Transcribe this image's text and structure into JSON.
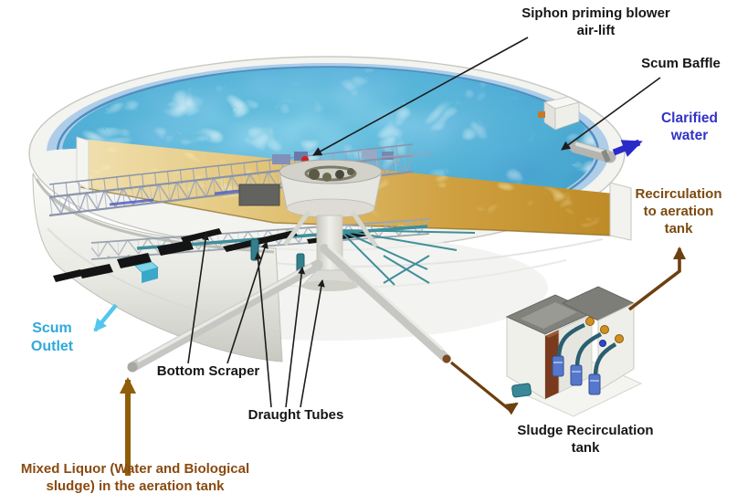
{
  "labels": {
    "siphon": {
      "text": "Siphon priming blower\nair-lift",
      "color": "#161616"
    },
    "scum_baffle": {
      "text": "Scum Baffle",
      "color": "#161616"
    },
    "clarified": {
      "text": "Clarified\nwater",
      "color": "#3232c8"
    },
    "recirculation": {
      "text": "Recirculation\nto aeration\ntank",
      "color": "#7c4a10"
    },
    "scum_outlet": {
      "text": "Scum\nOutlet",
      "color": "#2fa9dc"
    },
    "bottom_scraper": {
      "text": "Bottom Scraper",
      "color": "#161616"
    },
    "draught_tubes": {
      "text": "Draught Tubes",
      "color": "#161616"
    },
    "mixed_liquor": {
      "text": "Mixed Liquor (Water and Biological\nsludge) in the aeration tank",
      "color": "#8a4a10"
    },
    "sludge_tank": {
      "text": "Sludge Recirculation\ntank",
      "color": "#161616"
    }
  },
  "palette": {
    "water_blue": "#4aa6d2",
    "water_highlight": "#e9f9ff",
    "sludge_gold": "#c08c2a",
    "cut_tan": "#ecd9a2",
    "tank_wall_white": "#f2f2ee",
    "scum_baffle_blue": "#aecde8",
    "pipe_gray": "#c6c6c2",
    "flow_pipe_brown": "#6e3f10",
    "mixed_liquor_arrow_brown": "#8f5e08",
    "clarified_arrow_blue": "#2a2ac8",
    "scum_arrow_cyan": "#54c6ec",
    "truss_gray": "#9aa4b6",
    "scraper_black": "#141414",
    "pump_blue": "#5578cc",
    "fitting_gold": "#d09020",
    "tank_panel_rust": "#7a3a1e",
    "draught_tube_teal": "#337f8c",
    "indicator_red": "#d42020"
  }
}
